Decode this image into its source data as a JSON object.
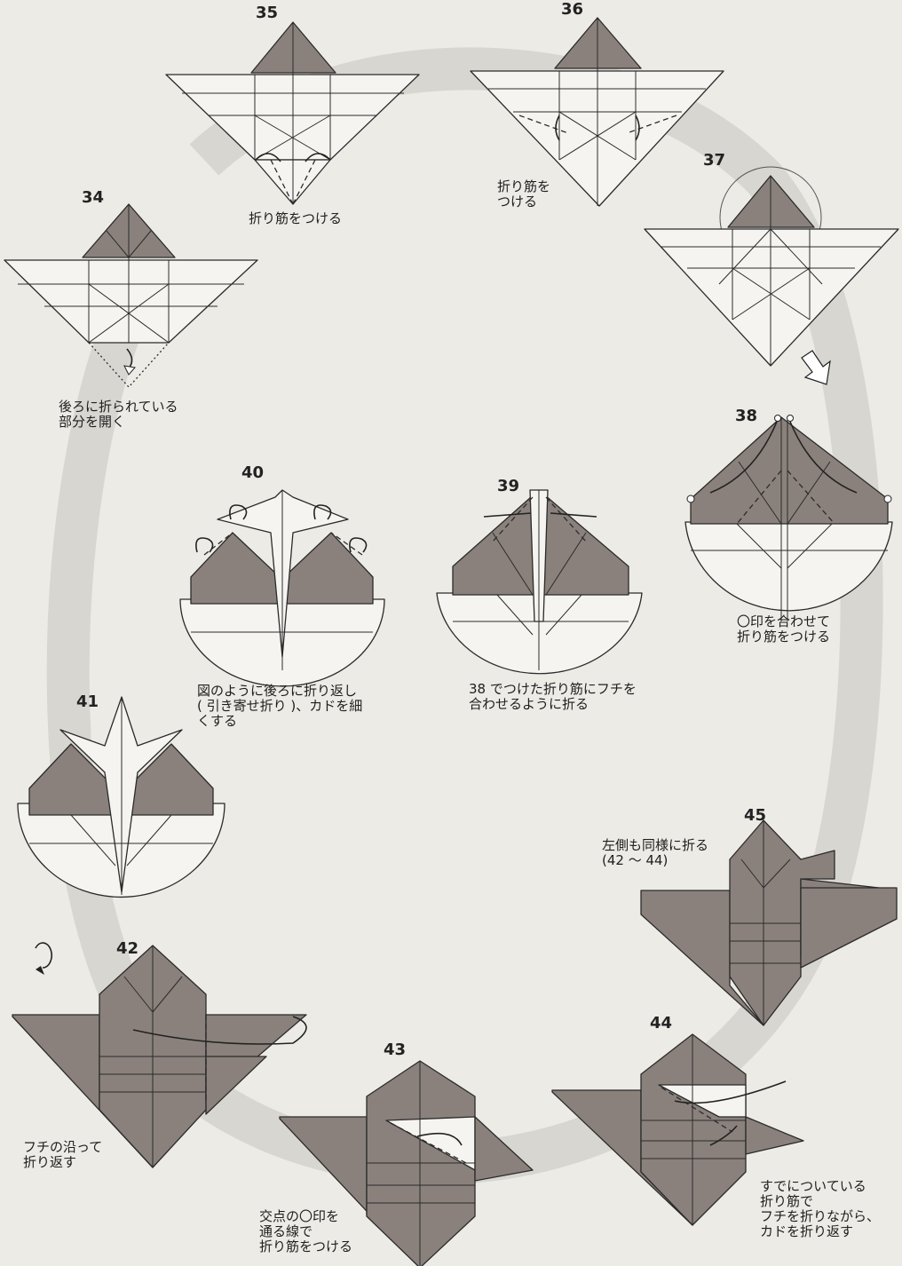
{
  "steps": [
    {
      "num": "34",
      "caption": [
        "後ろに折られている",
        "部分を開く"
      ]
    },
    {
      "num": "35",
      "caption": [
        "折り筋をつける"
      ]
    },
    {
      "num": "36",
      "caption": [
        "折り筋を",
        "つける"
      ]
    },
    {
      "num": "37",
      "caption": []
    },
    {
      "num": "38",
      "caption": [
        "〇印を合わせて",
        "折り筋をつける"
      ]
    },
    {
      "num": "39",
      "caption": [
        "38 でつけた折り筋にフチを",
        "合わせるように折る"
      ]
    },
    {
      "num": "40",
      "caption": [
        "図のように後ろに折り返し",
        "( 引き寄せ折り )、カドを細",
        "くする"
      ]
    },
    {
      "num": "41",
      "caption": []
    },
    {
      "num": "42",
      "caption": [
        "フチの沿って",
        "折り返す"
      ]
    },
    {
      "num": "43",
      "caption": [
        "交点の〇印を",
        "通る線で",
        "折り筋をつける"
      ]
    },
    {
      "num": "44",
      "caption": [
        "すでについている",
        "折り筋で",
        "フチを折りながら、",
        "カドを折り返す"
      ]
    },
    {
      "num": "45",
      "caption": [
        "左側も同様に折る",
        "(42 ～ 44)"
      ]
    }
  ],
  "colors": {
    "paper_grey": "#8a817c",
    "paper_white": "#f5f4f0",
    "line": "#2b2b2b",
    "background": "#ecebe6"
  },
  "icons": [
    "valley-fold-arrow",
    "turn-over-icon",
    "open-arrow-icon"
  ]
}
